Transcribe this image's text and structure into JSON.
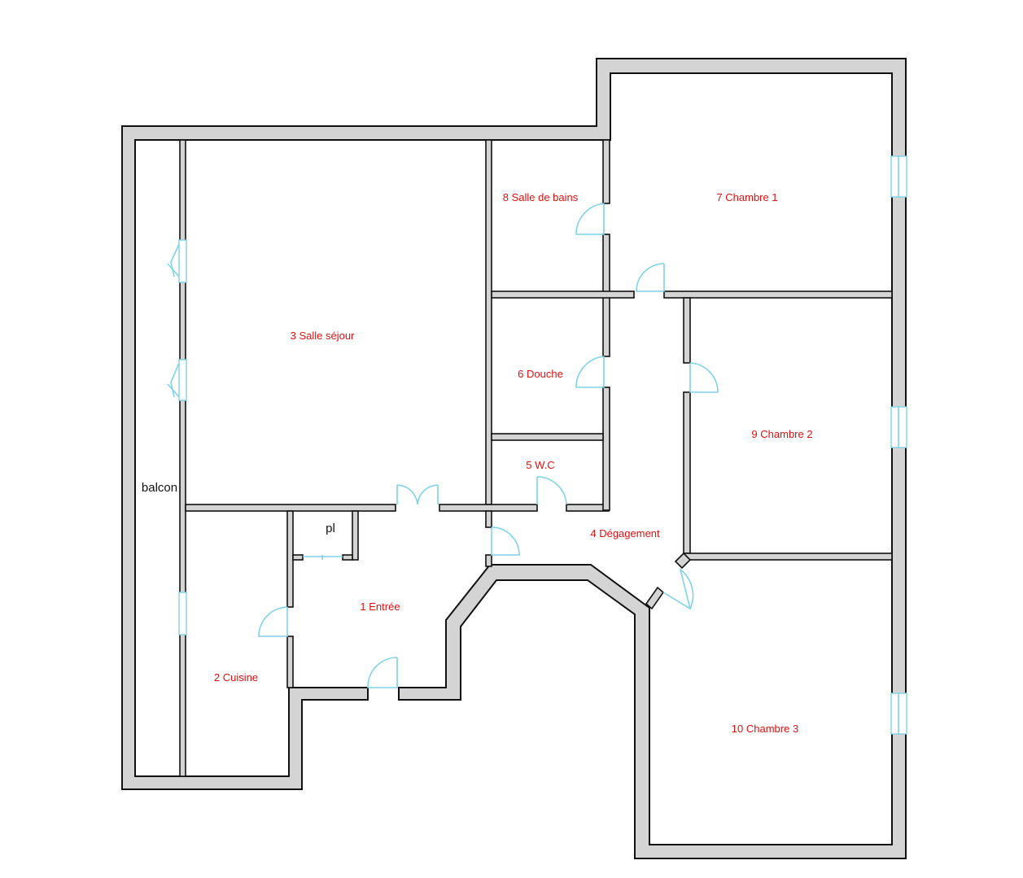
{
  "floorplan": {
    "rooms": [
      {
        "id": "entree",
        "label": "1 Entrée"
      },
      {
        "id": "cuisine",
        "label": "2 Cuisine"
      },
      {
        "id": "sejour",
        "label": "3 Salle séjour"
      },
      {
        "id": "degagement",
        "label": "4 Dégagement"
      },
      {
        "id": "wc",
        "label": "5 W.C"
      },
      {
        "id": "douche",
        "label": "6 Douche"
      },
      {
        "id": "chambre1",
        "label": "7 Chambre 1"
      },
      {
        "id": "sdb",
        "label": "8 Salle de bains"
      },
      {
        "id": "chambre2",
        "label": "9 Chambre 2"
      },
      {
        "id": "chambre3",
        "label": "10 Chambre 3"
      }
    ],
    "other_labels": {
      "balcon": "balcon",
      "placard": "pl"
    },
    "colors": {
      "wall_fill": "#d4d4d4",
      "wall_stroke": "#111111",
      "room_label": "#e01010",
      "door_window": "#7fd3e6"
    }
  }
}
